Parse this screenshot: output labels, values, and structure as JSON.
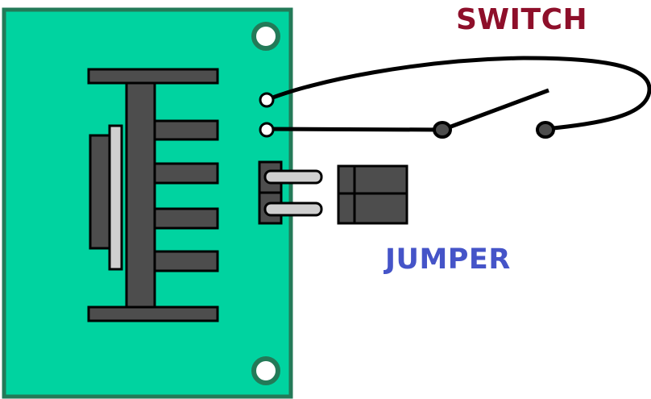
{
  "labels": {
    "switch": "SWITCH",
    "jumper": "JUMPER"
  },
  "colors": {
    "board": "#00d3a0",
    "board_outline": "#237a58",
    "component": "#4d4d4d",
    "pin": "#cfcfcf",
    "outline": "#000000",
    "switch_text": "#8e0f2a",
    "jumper_text": "#4554c8"
  },
  "parts": [
    "circuit-board",
    "mounting-hole",
    "connector",
    "header-pins",
    "switch",
    "jumper"
  ]
}
